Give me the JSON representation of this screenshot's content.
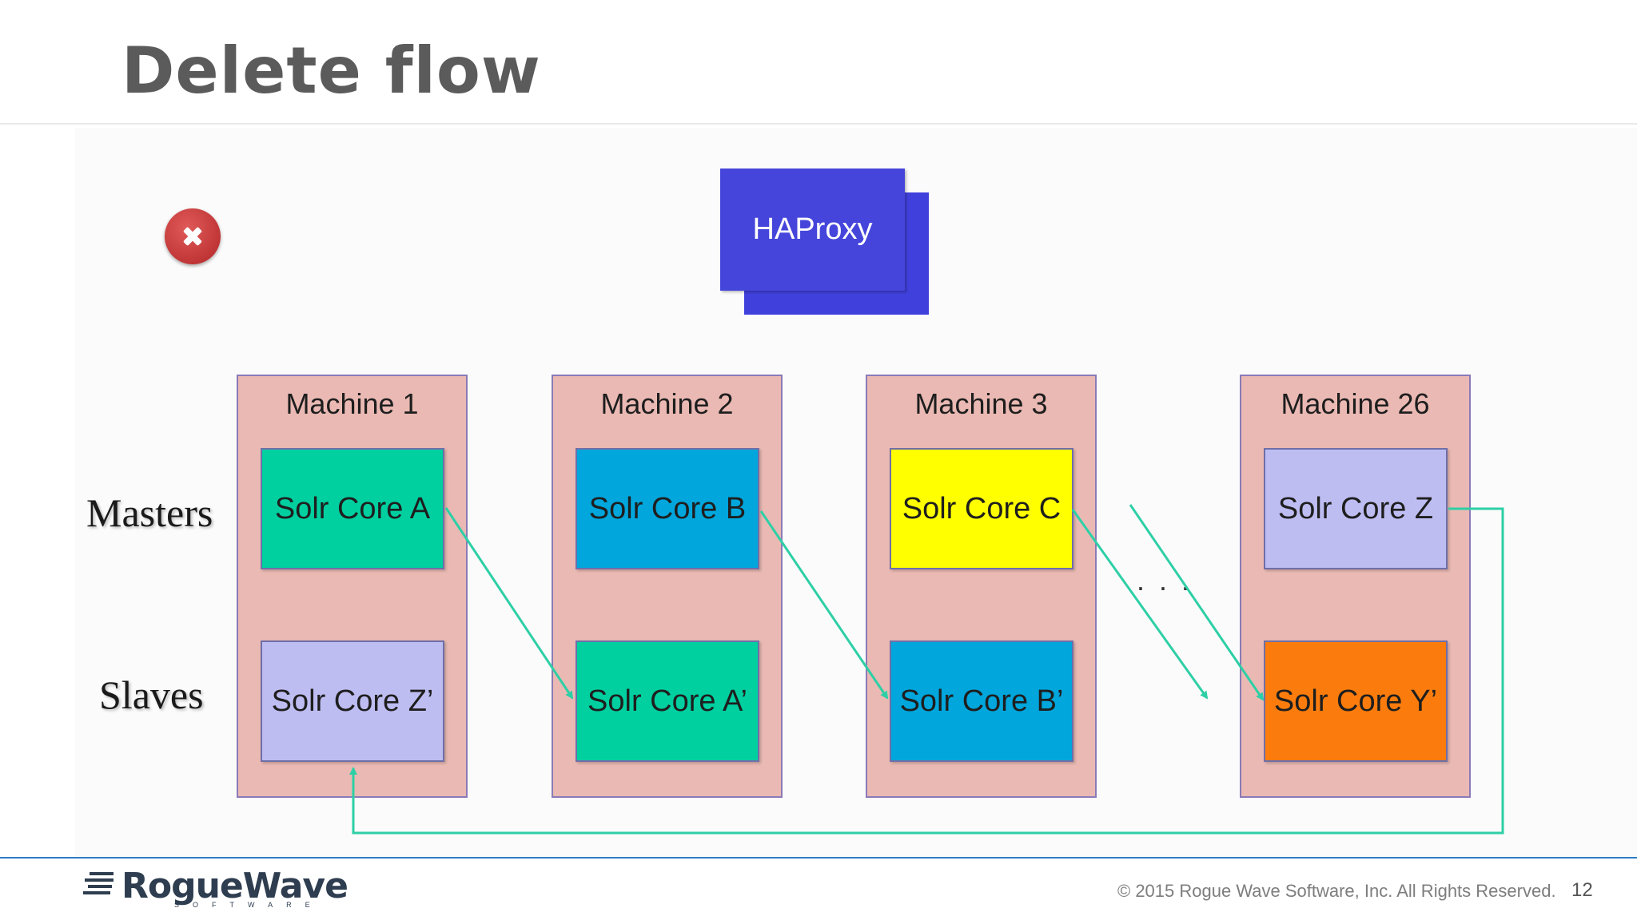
{
  "slide": {
    "title": "Delete flow",
    "page_number": "12"
  },
  "diagram": {
    "proxy_label": "HAProxy",
    "row_labels": {
      "masters": "Masters",
      "slaves": "Slaves"
    },
    "ellipsis": ". . .",
    "machines": [
      {
        "label": "Machine 1",
        "master": {
          "label": "Solr Core A",
          "color": "#00cfa0"
        },
        "slave": {
          "label": "Solr Core Z’",
          "color": "#bebdf2"
        }
      },
      {
        "label": "Machine 2",
        "master": {
          "label": "Solr Core B",
          "color": "#00a6dc"
        },
        "slave": {
          "label": "Solr Core A’",
          "color": "#00cfa0"
        }
      },
      {
        "label": "Machine 3",
        "master": {
          "label": "Solr Core C",
          "color": "#ffff00"
        },
        "slave": {
          "label": "Solr Core B’",
          "color": "#00a6dc"
        }
      },
      {
        "label": "Machine 26",
        "master": {
          "label": "Solr Core Z",
          "color": "#bebdf2"
        },
        "slave": {
          "label": "Solr Core Y’",
          "color": "#fb7c0d"
        }
      }
    ],
    "arrow_color": "#2ecfa6",
    "machine_color": "#eab9b3",
    "proxy_color": "#4545db",
    "delete_icon": "x-circle-icon"
  },
  "footer": {
    "logo": "RogueWave",
    "logo_sub": "SOFTWARE",
    "copyright": "© 2015 Rogue Wave Software, Inc. All Rights Reserved."
  }
}
